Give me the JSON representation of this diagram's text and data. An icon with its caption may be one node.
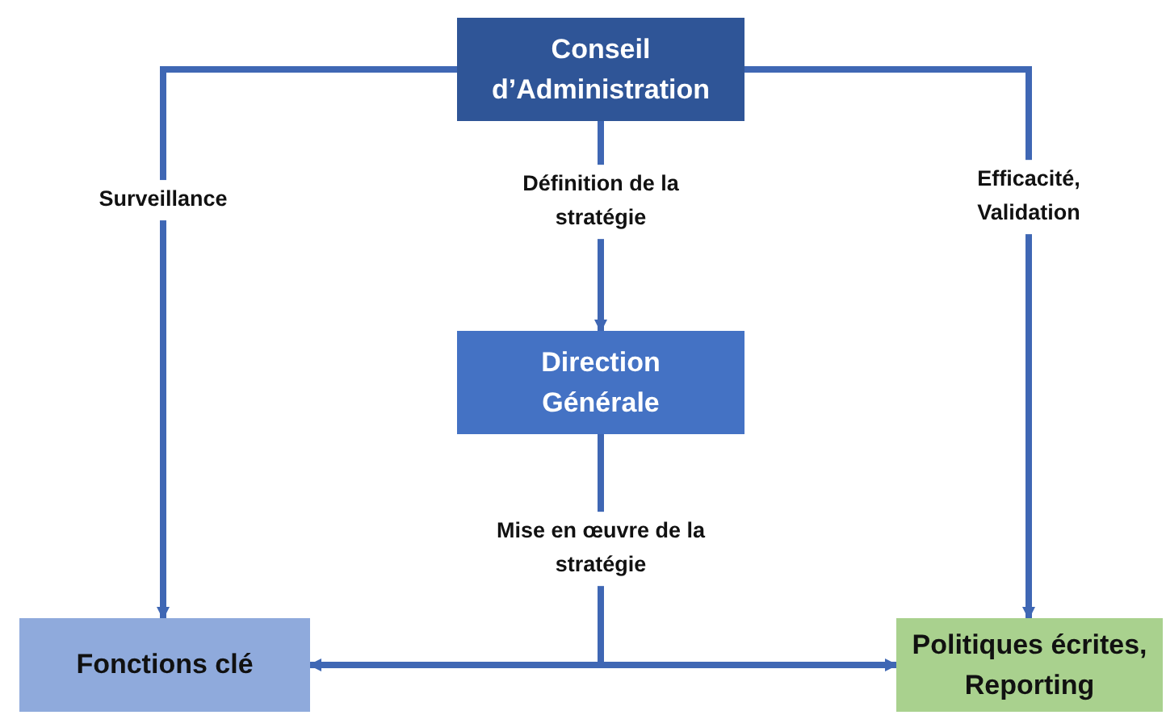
{
  "diagram": {
    "nodes": [
      {
        "text": [
          "Conseil d’Administration"
        ]
      },
      {
        "text": [
          "Direction Générale"
        ]
      },
      {
        "text": [
          "Fonctions clé"
        ]
      },
      {
        "text": [
          "Politiques écrites, Reporting"
        ]
      }
    ],
    "edges": [
      {
        "from": 0,
        "to": 2,
        "arrow": "to",
        "label": "Surveillance"
      },
      {
        "from": 0,
        "to": 1,
        "arrow": "to",
        "label": "Définition de la stratégie"
      },
      {
        "from": 0,
        "to": 3,
        "arrow": "to",
        "label": "Efficacité, Validation"
      },
      {
        "from": 1,
        "to": 2,
        "arrow": "to",
        "label": "Mise en œuvre de la stratégie"
      },
      {
        "from": 1,
        "to": 3,
        "arrow": "to"
      }
    ]
  }
}
